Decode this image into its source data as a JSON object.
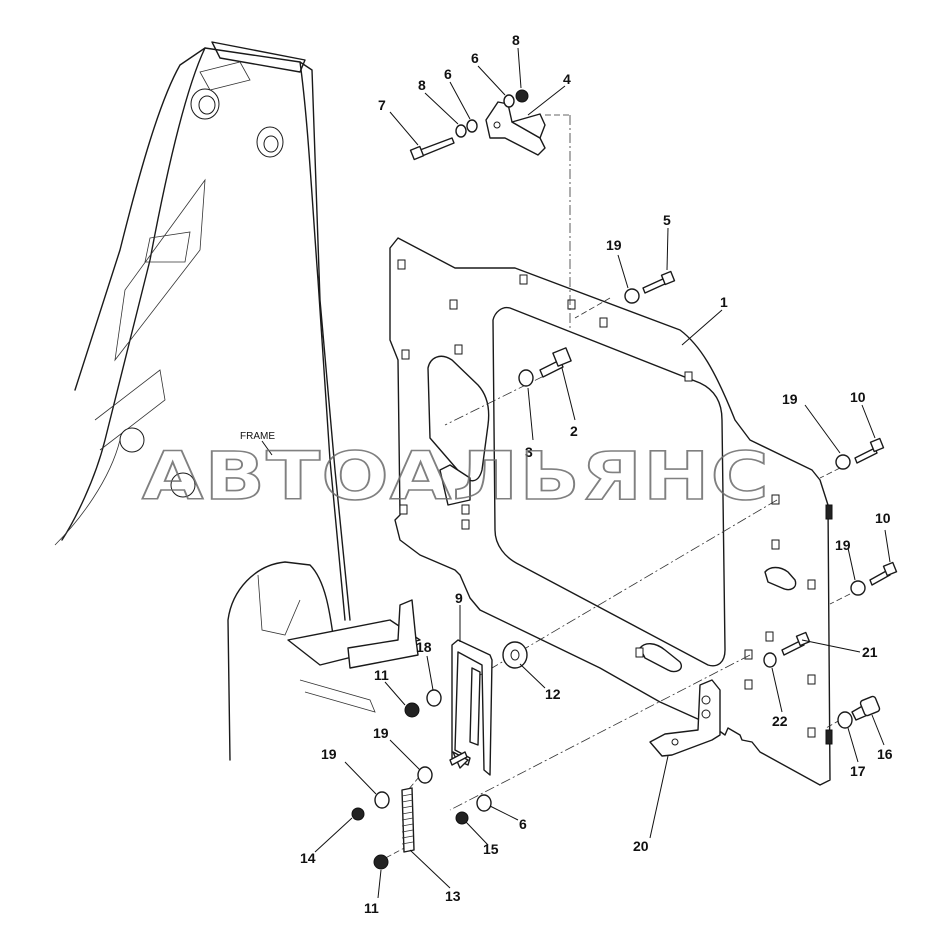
{
  "frame_label": "FRAME",
  "watermark": "АВТОАЛЬЯНС",
  "callouts": [
    {
      "id": "c-8a",
      "text": "8"
    },
    {
      "id": "c-6a",
      "text": "6"
    },
    {
      "id": "c-8b",
      "text": "8"
    },
    {
      "id": "c-6b",
      "text": "6"
    },
    {
      "id": "c-4",
      "text": "4"
    },
    {
      "id": "c-7",
      "text": "7"
    },
    {
      "id": "c-5",
      "text": "5"
    },
    {
      "id": "c-19a",
      "text": "19"
    },
    {
      "id": "c-1",
      "text": "1"
    },
    {
      "id": "c-2",
      "text": "2"
    },
    {
      "id": "c-3",
      "text": "3"
    },
    {
      "id": "c-19b",
      "text": "19"
    },
    {
      "id": "c-10a",
      "text": "10"
    },
    {
      "id": "c-10b",
      "text": "10"
    },
    {
      "id": "c-19c",
      "text": "19"
    },
    {
      "id": "c-9",
      "text": "9"
    },
    {
      "id": "c-18",
      "text": "18"
    },
    {
      "id": "c-11a",
      "text": "11"
    },
    {
      "id": "c-12",
      "text": "12"
    },
    {
      "id": "c-21",
      "text": "21"
    },
    {
      "id": "c-22",
      "text": "22"
    },
    {
      "id": "c-16",
      "text": "16"
    },
    {
      "id": "c-17",
      "text": "17"
    },
    {
      "id": "c-19d",
      "text": "19"
    },
    {
      "id": "c-19e",
      "text": "19"
    },
    {
      "id": "c-6c",
      "text": "6"
    },
    {
      "id": "c-14",
      "text": "14"
    },
    {
      "id": "c-15",
      "text": "15"
    },
    {
      "id": "c-20",
      "text": "20"
    },
    {
      "id": "c-13",
      "text": "13"
    },
    {
      "id": "c-11b",
      "text": "11"
    }
  ]
}
